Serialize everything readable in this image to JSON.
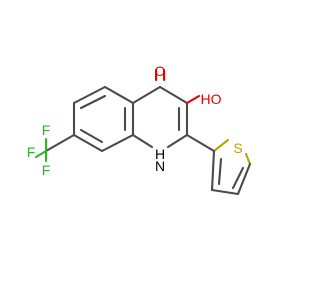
{
  "molecule": {
    "atoms": {
      "ketone_o": "O",
      "hydroxyl": "HO",
      "ring_s": "S",
      "ring_n": "N",
      "ring_nh": "H",
      "fluorine_top": "F",
      "fluorine_left": "F",
      "fluorine_bottom": "F"
    },
    "colors": {
      "bond": "#4a4a4a",
      "oxygen": "#e60000",
      "fluorine": "#33aa33",
      "sulfur": "#b5a600",
      "nitrogen_label": "#000000"
    }
  }
}
